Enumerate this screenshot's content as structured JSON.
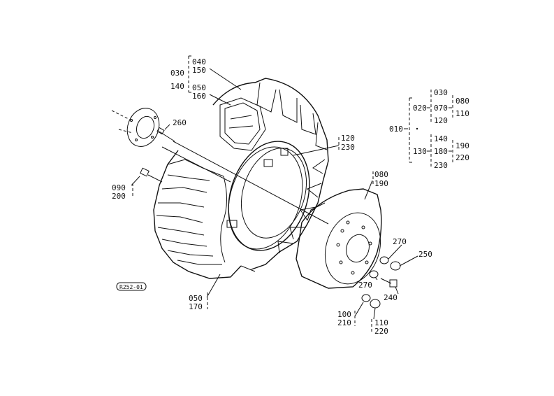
{
  "diagram": {
    "stamp": "R252-01",
    "callouts": {
      "c030": "030",
      "c040": "040",
      "c150": "150",
      "c140": "140",
      "c050": "050",
      "c160": "160",
      "c260": "260",
      "c090": "090",
      "c200": "200",
      "c120": "120",
      "c230": "230",
      "c080": "080",
      "c190": "190",
      "c270a": "270",
      "c250": "250",
      "c270b": "270",
      "c240": "240",
      "c050b": "050",
      "c170": "170",
      "c100": "100",
      "c210": "210",
      "c110": "110",
      "c220": "220"
    },
    "tree": {
      "root": "010",
      "n020": "020",
      "n030": "030",
      "n070": "070",
      "n080": "080",
      "n110": "110",
      "n120": "120",
      "n130": "130",
      "n140": "140",
      "n180": "180",
      "n190": "190",
      "n220": "220",
      "n230": "230"
    }
  }
}
